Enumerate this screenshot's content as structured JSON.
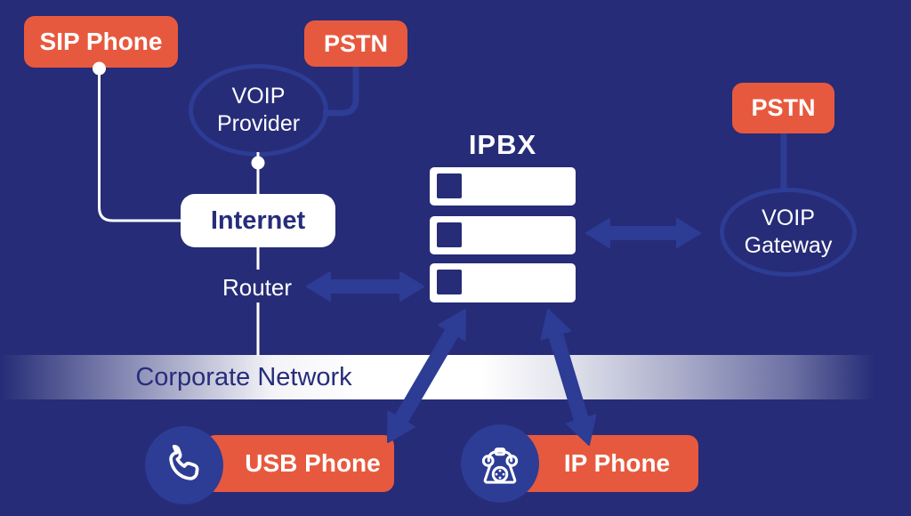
{
  "title": "IPBX VOIP network diagram",
  "colors": {
    "background": "#262C77",
    "accent_blue": "#2D3C94",
    "orange": "#E7593E",
    "white": "#FFFFFF",
    "text_navy": "#272D7B"
  },
  "nodes": {
    "sip_phone": {
      "label": "SIP Phone"
    },
    "pstn_top": {
      "label": "PSTN"
    },
    "voip_provider": {
      "line1": "VOIP",
      "line2": "Provider"
    },
    "internet": {
      "label": "Internet"
    },
    "router": {
      "label": "Router"
    },
    "ipbx": {
      "label": "IPBX"
    },
    "pstn_right": {
      "label": "PSTN"
    },
    "voip_gateway": {
      "line1": "VOIP",
      "line2": "Gateway"
    },
    "corporate_network": {
      "label": "Corporate Network"
    },
    "usb_phone": {
      "label": "USB Phone"
    },
    "ip_phone": {
      "label": "IP Phone"
    }
  },
  "icons": {
    "usb_phone": "phone-handset-icon",
    "ip_phone": "rotary-phone-icon",
    "ipbx": "server-stack-icon"
  },
  "connections": [
    "SIP Phone - Internet",
    "PSTN - VOIP Provider",
    "VOIP Provider - Internet",
    "Internet - Router",
    "Router - Corporate Network",
    "Router <-> IPBX",
    "IPBX <-> VOIP Gateway",
    "PSTN - VOIP Gateway",
    "IPBX <-> USB Phone",
    "IPBX <-> IP Phone"
  ]
}
